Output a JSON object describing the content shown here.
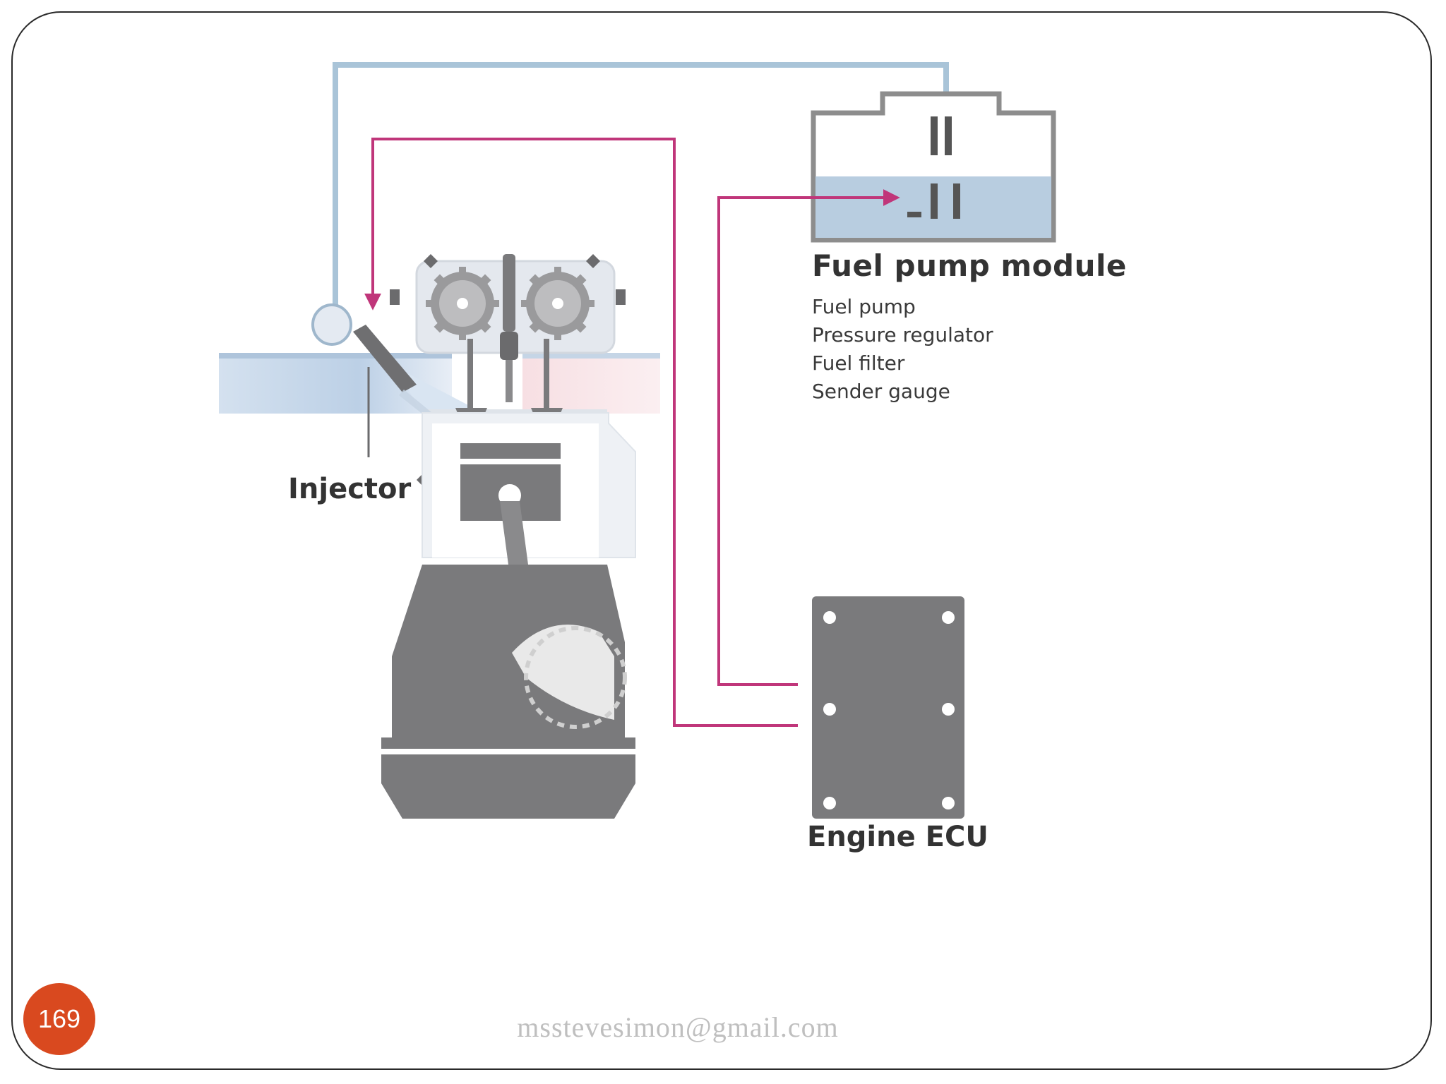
{
  "diagram": {
    "fuel_pump_module": {
      "title": "Fuel pump module",
      "components": [
        "Fuel pump",
        "Pressure regulator",
        "Fuel filter",
        "Sender gauge"
      ]
    },
    "injector_label": "Injector",
    "ecu_label": "Engine ECU"
  },
  "slide": {
    "page_number": "169",
    "footer_email": "msstevesimon@gmail.com"
  },
  "colors": {
    "fuel_line": "#a9c4d8",
    "signal_wire": "#c0367a",
    "engine_gray": "#7a7a7c",
    "fuel_fill": "#b8cde0",
    "intake_blue": "#c6d7ea",
    "exhaust_pink": "#f2c9cf",
    "badge": "#d9491f"
  }
}
